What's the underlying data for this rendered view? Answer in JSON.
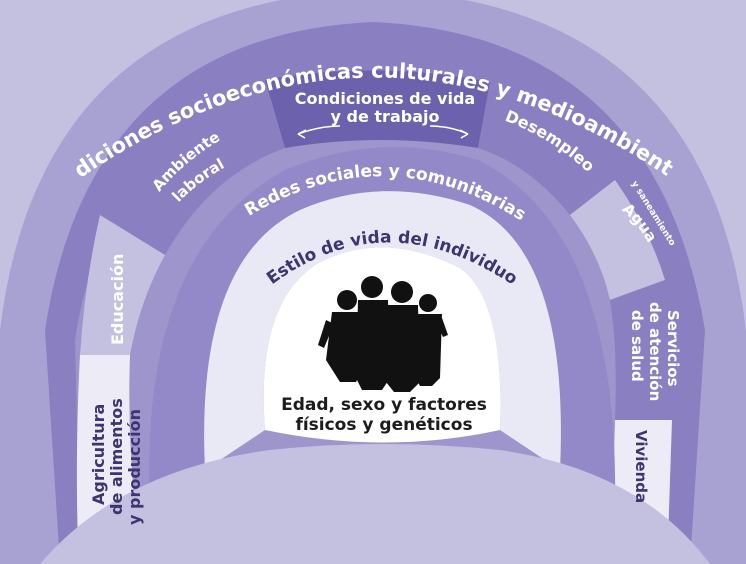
{
  "colors": {
    "background": "#c4c1e0",
    "outer_band": "#8a7fc0",
    "outer_ring_light": "#a49cd0",
    "condiciones_highlight": "#6c61ad",
    "redes_band": "#9489c8",
    "estilo_band": "#e9e8f5",
    "core": "#ffffff",
    "dark_text": "#3d3470"
  },
  "diagram": {
    "outer_band_label": "Condiciones socioeconómicas culturales y medioambientales",
    "redes_label": "Redes sociales y comunitarias",
    "estilo_label": "Estilo de vida del individuo",
    "core_line1": "Edad, sexo y factores",
    "core_line2": "físicos y genéticos",
    "segments": {
      "ambiente_1": "Ambiente",
      "ambiente_2": "laboral",
      "condiciones_1": "Condiciones de vida",
      "condiciones_2": "y de trabajo",
      "desempleo": "Desempleo",
      "agua": "Agua",
      "saneamiento": "y saneamiento",
      "servicios_1": "Servicios",
      "servicios_2": "de atención",
      "servicios_3": "de salud",
      "vivienda": "Vivienda",
      "educacion": "Educación",
      "agricultura_1": "Agricultura",
      "agricultura_2": "de alimentos",
      "agricultura_3": "y producción"
    }
  }
}
